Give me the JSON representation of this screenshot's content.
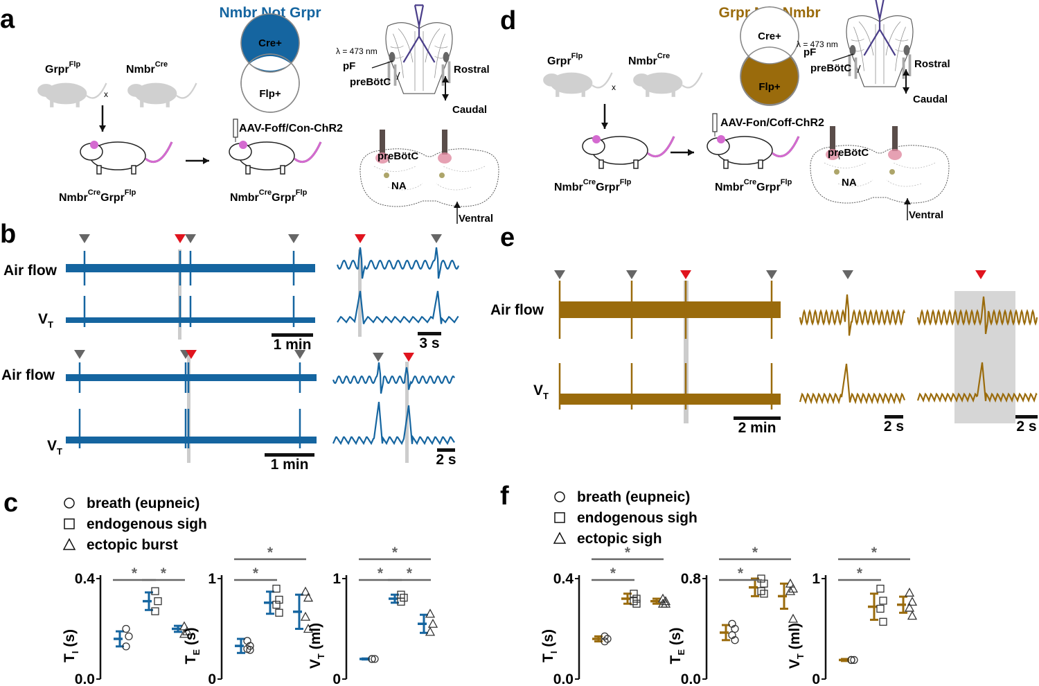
{
  "panels": {
    "a": "a",
    "b": "b",
    "c": "c",
    "d": "d",
    "e": "e",
    "f": "f"
  },
  "colors": {
    "blue": "#1565a0",
    "brown": "#9a6b0c",
    "gray_marker": "#666666",
    "red_marker": "#e0141e",
    "cyan_fill": "#a8dde6",
    "yellow_fill": "#f6e6aa",
    "mouse_gray": "#d0d0d0",
    "ear_pink": "#d46ad0",
    "fiber": "#5a4d4a"
  },
  "panel_a": {
    "strain1": "Grpr",
    "strain1_sup": "Flp",
    "strain2": "Nmbr",
    "strain2_sup": "Cre",
    "cross": "x",
    "offspring": "Nmbr",
    "offspring_sup1": "Cre",
    "offspring_mid": "Grpr",
    "offspring_sup2": "Flp",
    "venn_title": "Nmbr Not Grpr",
    "venn_top": "Cre+",
    "venn_bottom": "Flp+",
    "virus": "AAV-Foff/Con-ChR2",
    "laser": "λ = 473 nm",
    "pF": "pF",
    "preBotC": "preBötC",
    "rostral": "Rostral",
    "caudal": "Caudal",
    "slice_label1": "preBötC",
    "slice_label2": "NA",
    "ventral": "Ventral"
  },
  "panel_d": {
    "strain1": "Grpr",
    "strain1_sup": "Flp",
    "strain2": "Nmbr",
    "strain2_sup": "Cre",
    "cross": "x",
    "offspring": "Nmbr",
    "offspring_sup1": "Cre",
    "offspring_mid": "Grpr",
    "offspring_sup2": "Flp",
    "venn_title": "Grpr Not Nmbr",
    "venn_top": "Cre+",
    "venn_bottom": "Flp+",
    "virus": "AAV-Fon/Coff-ChR2",
    "laser": "λ = 473 nm",
    "pF": "pF",
    "preBotC": "preBötC",
    "rostral": "Rostral",
    "caudal": "Caudal",
    "slice_label1": "preBötC",
    "slice_label2": "NA",
    "ventral": "Ventral"
  },
  "panel_b": {
    "airflow": "Air flow",
    "vt": "V",
    "vt_sub": "T",
    "scale_top_long": "1 min",
    "scale_top_short": "3 s",
    "scale_bot_long": "1 min",
    "scale_bot_short": "2 s"
  },
  "panel_e": {
    "airflow": "Air flow",
    "vt": "V",
    "vt_sub": "T",
    "scale_long": "2 min",
    "scale_mid": "2 s",
    "scale_right": "2 s"
  },
  "panel_c": {
    "legend": [
      "breath (eupneic)",
      "endogenous sigh",
      "ectopic burst"
    ],
    "plots": [
      {
        "ylabel": "T",
        "ysub": "I",
        "yunit": " (s)",
        "ymax_label": "0.4",
        "ymin_label": "0.0",
        "ymin": 0,
        "ymax": 0.4,
        "groups": [
          {
            "mean": 0.16,
            "err": 0.03,
            "points": [
              0.2,
              0.17,
              0.13
            ]
          },
          {
            "mean": 0.31,
            "err": 0.035,
            "points": [
              0.35,
              0.31,
              0.27
            ]
          },
          {
            "mean": 0.2,
            "err": 0.012,
            "points": [
              0.21,
              0.19,
              0.18
            ]
          }
        ],
        "sig": [
          [
            0,
            1
          ],
          [
            1,
            2
          ]
        ],
        "star": "*"
      },
      {
        "ylabel": "T",
        "ysub": "E",
        "yunit": " (s)",
        "ymax_label": "1",
        "ymin_label": "0",
        "ymin": 0,
        "ymax": 1,
        "groups": [
          {
            "mean": 0.33,
            "err": 0.07,
            "points": [
              0.38,
              0.33,
              0.3,
              0.29
            ]
          },
          {
            "mean": 0.76,
            "err": 0.11,
            "points": [
              0.9,
              0.79,
              0.74,
              0.66
            ]
          },
          {
            "mean": 0.67,
            "err": 0.17,
            "points": [
              0.87,
              0.81,
              0.62,
              0.5
            ]
          }
        ],
        "sig": [
          [
            0,
            1
          ],
          [
            0,
            2
          ]
        ],
        "star": "*"
      },
      {
        "ylabel": "V",
        "ysub": "T",
        "yunit": " (ml)",
        "ymax_label": "1",
        "ymin_label": "0",
        "ymin": 0,
        "ymax": 1,
        "groups": [
          {
            "mean": 0.2,
            "err": 0.005,
            "points": [
              0.2,
              0.2,
              0.2
            ]
          },
          {
            "mean": 0.8,
            "err": 0.04,
            "points": [
              0.84,
              0.81,
              0.77
            ]
          },
          {
            "mean": 0.55,
            "err": 0.09,
            "points": [
              0.65,
              0.55,
              0.47
            ]
          }
        ],
        "sig": [
          [
            0,
            1
          ],
          [
            0,
            2
          ],
          [
            1,
            2
          ]
        ],
        "star": "*"
      }
    ]
  },
  "panel_f": {
    "legend": [
      "breath (eupneic)",
      "endogenous sigh",
      "ectopic sigh"
    ],
    "plots": [
      {
        "ylabel": "T",
        "ysub": "I",
        "yunit": " (s)",
        "ymax_label": "0.4",
        "ymin_label": "0.0",
        "ymin": 0,
        "ymax": 0.4,
        "groups": [
          {
            "mean": 0.16,
            "err": 0.01,
            "points": [
              0.17,
              0.16,
              0.15
            ]
          },
          {
            "mean": 0.32,
            "err": 0.02,
            "points": [
              0.34,
              0.32,
              0.31,
              0.3
            ]
          },
          {
            "mean": 0.31,
            "err": 0.01,
            "points": [
              0.32,
              0.31,
              0.3,
              0.3
            ]
          }
        ],
        "sig": [
          [
            0,
            1
          ],
          [
            0,
            2
          ]
        ],
        "star": "*"
      },
      {
        "ylabel": "T",
        "ysub": "E",
        "yunit": " (s)",
        "ymax_label": "0.8",
        "ymin_label": "0.0",
        "ymin": 0,
        "ymax": 0.8,
        "groups": [
          {
            "mean": 0.37,
            "err": 0.06,
            "points": [
              0.44,
              0.4,
              0.35,
              0.31
            ]
          },
          {
            "mean": 0.73,
            "err": 0.07,
            "points": [
              0.8,
              0.76,
              0.7,
              0.68
            ]
          },
          {
            "mean": 0.66,
            "err": 0.1,
            "points": [
              0.76,
              0.72,
              0.7,
              0.48
            ]
          }
        ],
        "sig": [
          [
            0,
            1
          ],
          [
            0,
            2
          ]
        ],
        "star": "*"
      },
      {
        "ylabel": "V",
        "ysub": "T",
        "yunit": " (ml)",
        "ymax_label": "1",
        "ymin_label": "0",
        "ymin": 0,
        "ymax": 1,
        "groups": [
          {
            "mean": 0.19,
            "err": 0.01,
            "points": [
              0.19,
              0.19,
              0.19
            ]
          },
          {
            "mean": 0.72,
            "err": 0.13,
            "points": [
              0.9,
              0.78,
              0.7,
              0.57
            ]
          },
          {
            "mean": 0.74,
            "err": 0.08,
            "points": [
              0.86,
              0.77,
              0.71,
              0.63
            ]
          }
        ],
        "sig": [
          [
            0,
            1
          ],
          [
            0,
            2
          ]
        ],
        "star": "*"
      }
    ]
  }
}
